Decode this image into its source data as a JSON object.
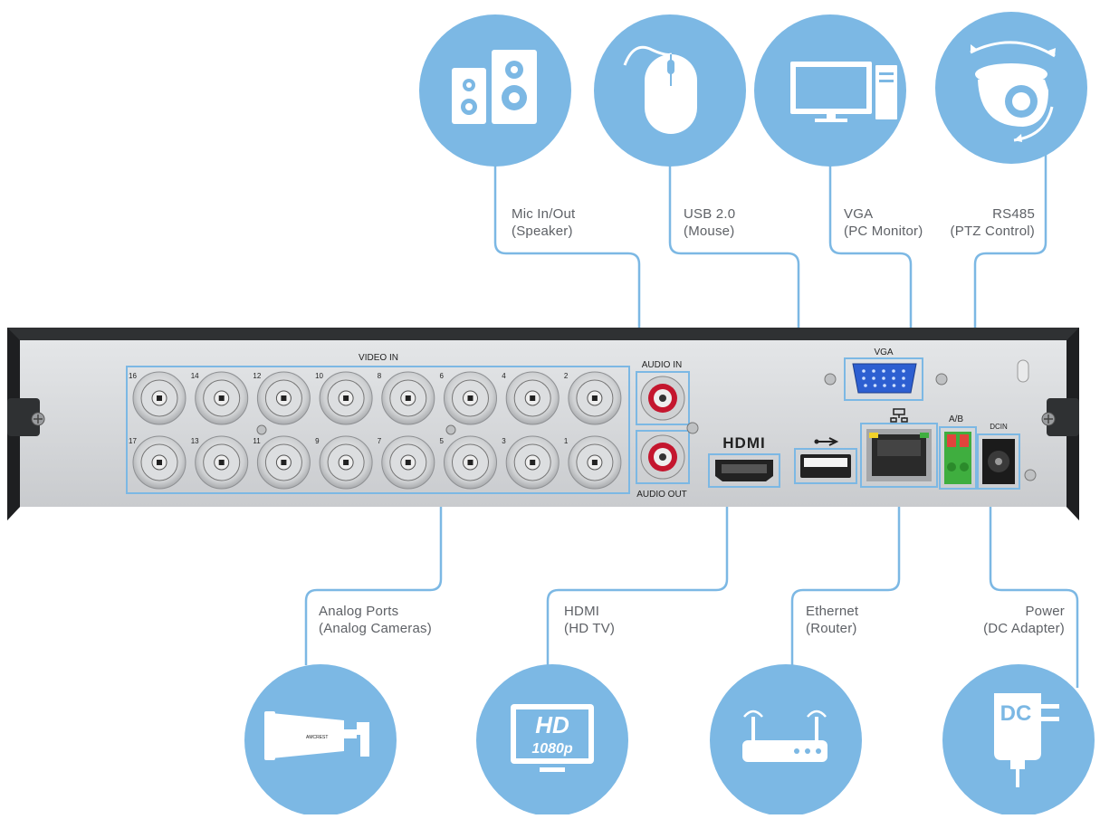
{
  "labels": {
    "mic": {
      "line1": "Mic In/Out",
      "line2": "(Speaker)"
    },
    "usb": {
      "line1": "USB 2.0",
      "line2": "(Mouse)"
    },
    "vga": {
      "line1": "VGA",
      "line2": "(PC Monitor)"
    },
    "rs485": {
      "line1": "RS485",
      "line2": "(PTZ Control)"
    },
    "analog": {
      "line1": "Analog Ports",
      "line2": "(Analog Cameras)"
    },
    "hdmi": {
      "line1": "HDMI",
      "line2": "(HD TV)"
    },
    "ethernet": {
      "line1": "Ethernet",
      "line2": "(Router)"
    },
    "power": {
      "line1": "Power",
      "line2": "(DC Adapter)"
    }
  },
  "panel": {
    "video_in": "VIDEO IN",
    "audio_in": "AUDIO IN",
    "audio_out": "AUDIO OUT",
    "hdmi_logo": "HDMI",
    "vga": "VGA",
    "ab": "A/B",
    "dcin": "DCIN",
    "top_row_numbers": [
      "16",
      "14",
      "12",
      "10",
      "8",
      "6",
      "4",
      "2"
    ],
    "bottom_row_numbers": [
      "17",
      "13",
      "11",
      "9",
      "7",
      "5",
      "3",
      "1"
    ]
  },
  "icons": {
    "hd_text": "HD",
    "hd_res": "1080p",
    "dc_text": "DC",
    "camera_brand": "AMCREST"
  },
  "colors": {
    "accent": "#7cb8e4",
    "icon_white": "#ffffff",
    "chassis_dark": "#2f3133",
    "panel_silver": "#d6d8db",
    "label_gray": "#5e6166"
  }
}
